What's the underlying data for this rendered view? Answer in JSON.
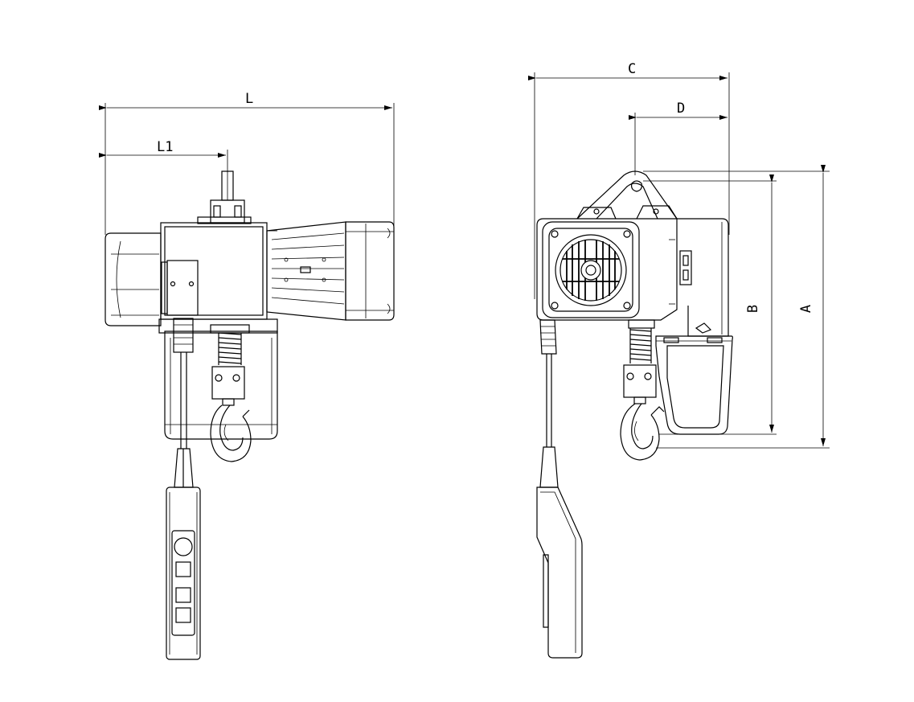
{
  "dimensions": {
    "L": "L",
    "L1": "L1",
    "C": "C",
    "D": "D",
    "B": "B",
    "A": "A"
  },
  "colors": {
    "line": "#000000",
    "background": "#ffffff"
  }
}
